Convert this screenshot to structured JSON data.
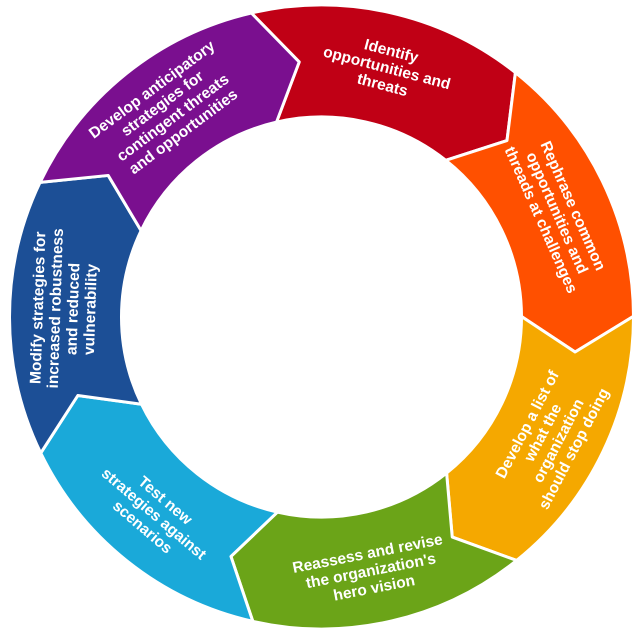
{
  "diagram": {
    "segments": [
      {
        "lines": [
          "Identify",
          "opportunities and",
          "threats"
        ],
        "color": "#C00015"
      },
      {
        "lines": [
          "Rephrase common",
          "opportunities and",
          "threads at challenges"
        ],
        "color": "#FF5000"
      },
      {
        "lines": [
          "Develop a list of",
          "what the",
          "organization",
          "should stop doing"
        ],
        "color": "#F5A800"
      },
      {
        "lines": [
          "Reassess and revise",
          "the organization's",
          "hero vision"
        ],
        "color": "#6BA418"
      },
      {
        "lines": [
          "Test new",
          "strategies against",
          "scenarios"
        ],
        "color": "#1AA9D9"
      },
      {
        "lines": [
          "Modify strategies for",
          "increased robustness",
          "and reduced",
          "vulnerability"
        ],
        "color": "#1C4F96"
      },
      {
        "lines": [
          "Develop anticipatory",
          "strategies for",
          "contingent threats",
          "and opportunities"
        ],
        "color": "#7A0F8F"
      }
    ]
  }
}
